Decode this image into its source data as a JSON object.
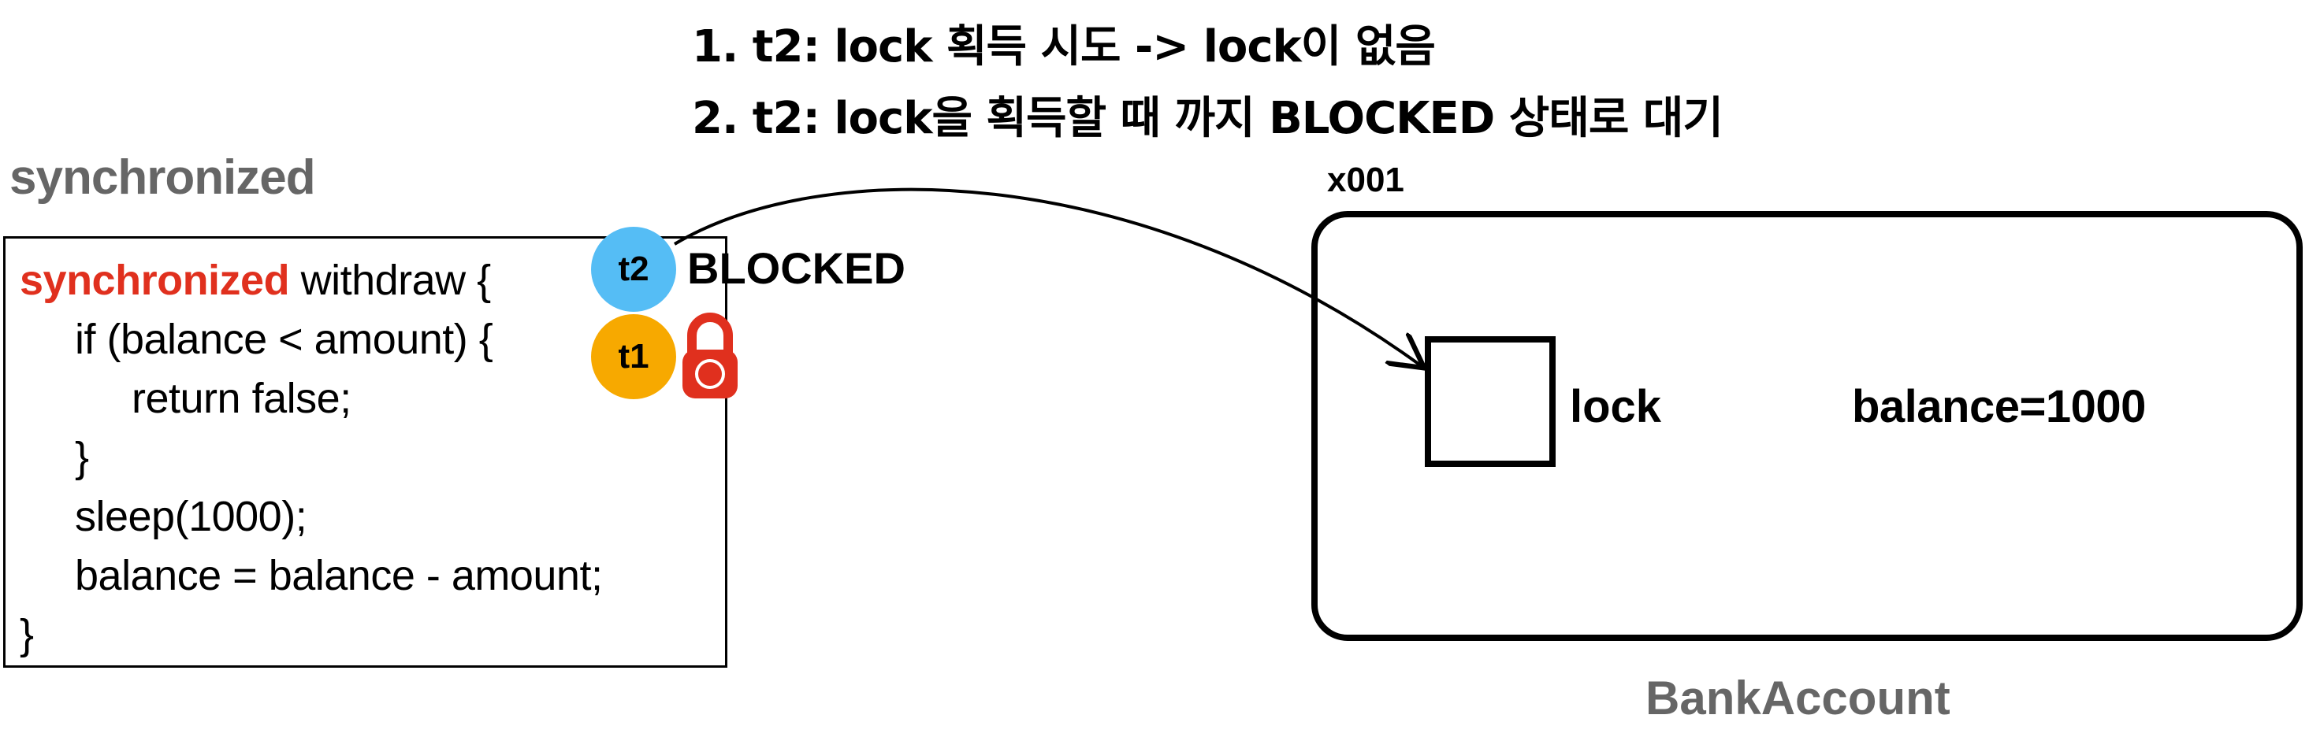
{
  "steps": [
    "1. t2: lock 획득 시도 -> lock이 없음",
    "2. t2: lock을 획득할 때 까지 BLOCKED 상태로 대기"
  ],
  "section_title": "synchronized",
  "code": {
    "keyword": "synchronized",
    "line1_rest": " withdraw {",
    "line2": "if (balance < amount) {",
    "line3": "return false;",
    "line4": "}",
    "line5": "sleep(1000);",
    "line6": "balance = balance - amount;",
    "line7": "}"
  },
  "threads": {
    "t2": {
      "label": "t2",
      "state": "BLOCKED",
      "color": "#55bdf5"
    },
    "t1": {
      "label": "t1",
      "color": "#f7a900"
    }
  },
  "lock_icon": {
    "icon": "padlock-icon",
    "color": "#e0301e"
  },
  "object": {
    "address": "x001",
    "lock_label": "lock",
    "balance_label": "balance=1000",
    "class_name": "BankAccount"
  }
}
